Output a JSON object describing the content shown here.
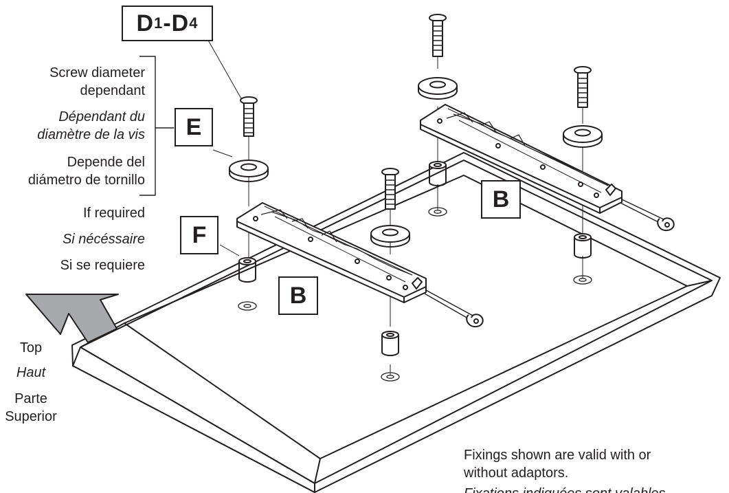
{
  "parts": {
    "screw_set": {
      "prefix": "D",
      "first": "1",
      "sep": "-D",
      "last": "4"
    },
    "washer": "E",
    "spacer": "F",
    "bracket_left": "B",
    "bracket_right": "B"
  },
  "notes": {
    "screw_dependant_en": "Screw diameter",
    "screw_dependant_en2": "dependant",
    "screw_dependant_fr": "Dépendant du",
    "screw_dependant_fr2": "diamètre de la vis",
    "screw_dependant_es": "Depende del",
    "screw_dependant_es2": "diámetro de tornillo",
    "if_required_en": "If required",
    "if_required_fr": "Si nécéssaire",
    "if_required_es": "Si se requiere"
  },
  "orientation": {
    "top_en": "Top",
    "top_fr": "Haut",
    "top_es": "Parte",
    "top_es2": "Superior"
  },
  "footer": {
    "line1": "Fixings shown are valid with or",
    "line2": "without adaptors.",
    "line3_fr_partial": "Fixations indiquées sont valables"
  },
  "colors": {
    "ink": "#231f20",
    "arrow_fill": "#a7a9ac"
  }
}
